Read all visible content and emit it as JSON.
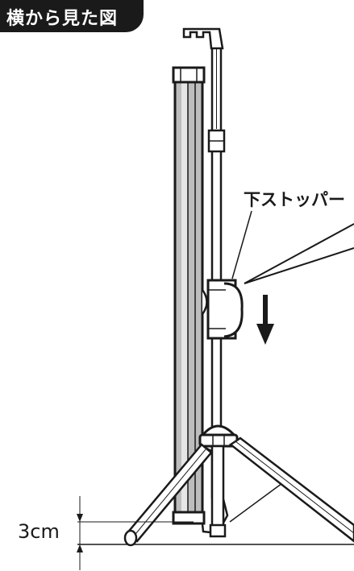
{
  "title": "横から見た図",
  "callout": {
    "label": "下ストッパー"
  },
  "dimension": {
    "label": "3cm"
  },
  "colors": {
    "ink": "#1a1a1a",
    "screen_case_fill": "#bdbdbd",
    "screen_case_light": "#e6e6e6",
    "white": "#ffffff"
  }
}
